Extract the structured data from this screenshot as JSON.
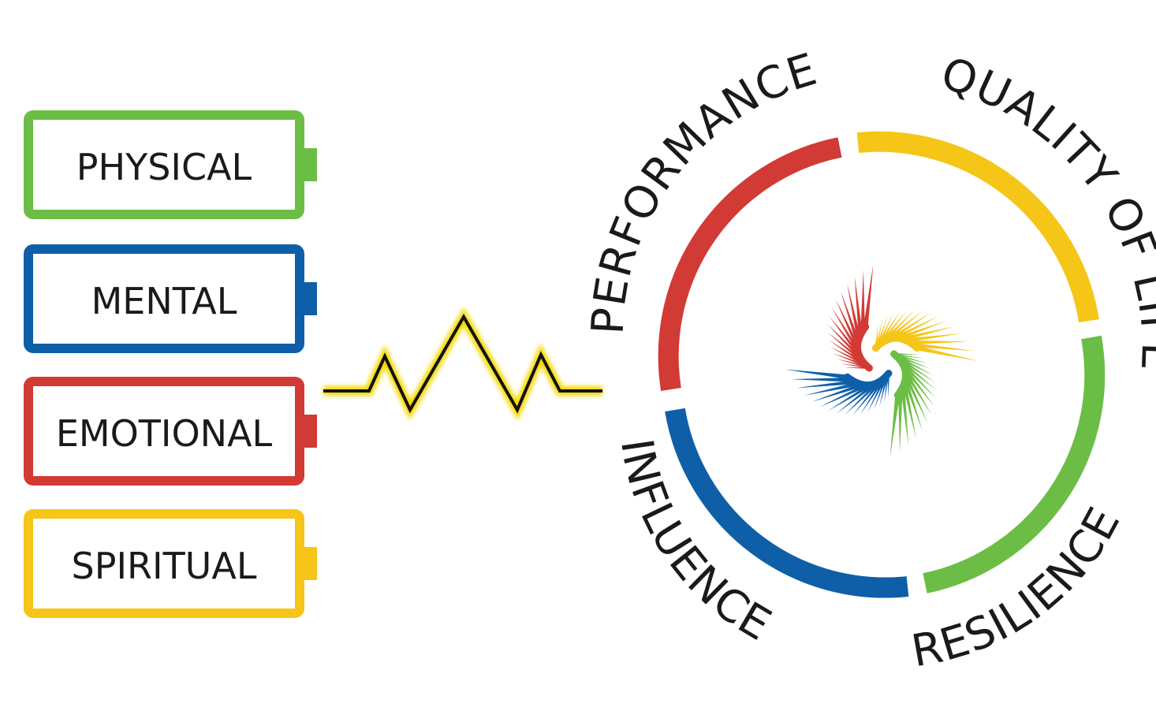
{
  "batteries": [
    {
      "label": "PHYSICAL",
      "color": "#6cbd45"
    },
    {
      "label": "MENTAL",
      "color": "#0f5fa8"
    },
    {
      "label": "EMOTIONAL",
      "color": "#d23a36"
    },
    {
      "label": "SPIRITUAL",
      "color": "#f5c518"
    }
  ],
  "wave": {
    "color": "#111111",
    "glow": "#f5d800"
  },
  "ring": {
    "segments": [
      {
        "label": "PERFORMANCE",
        "color": "#d23a36"
      },
      {
        "label": "QUALITY OF LIFE",
        "color": "#f5c518"
      },
      {
        "label": "RESILIENCE",
        "color": "#6cbd45"
      },
      {
        "label": "INFLUENCE",
        "color": "#0f5fa8"
      }
    ]
  },
  "burst": {
    "colors": [
      "#d23a36",
      "#f5c518",
      "#6cbd45",
      "#0f5fa8"
    ]
  }
}
